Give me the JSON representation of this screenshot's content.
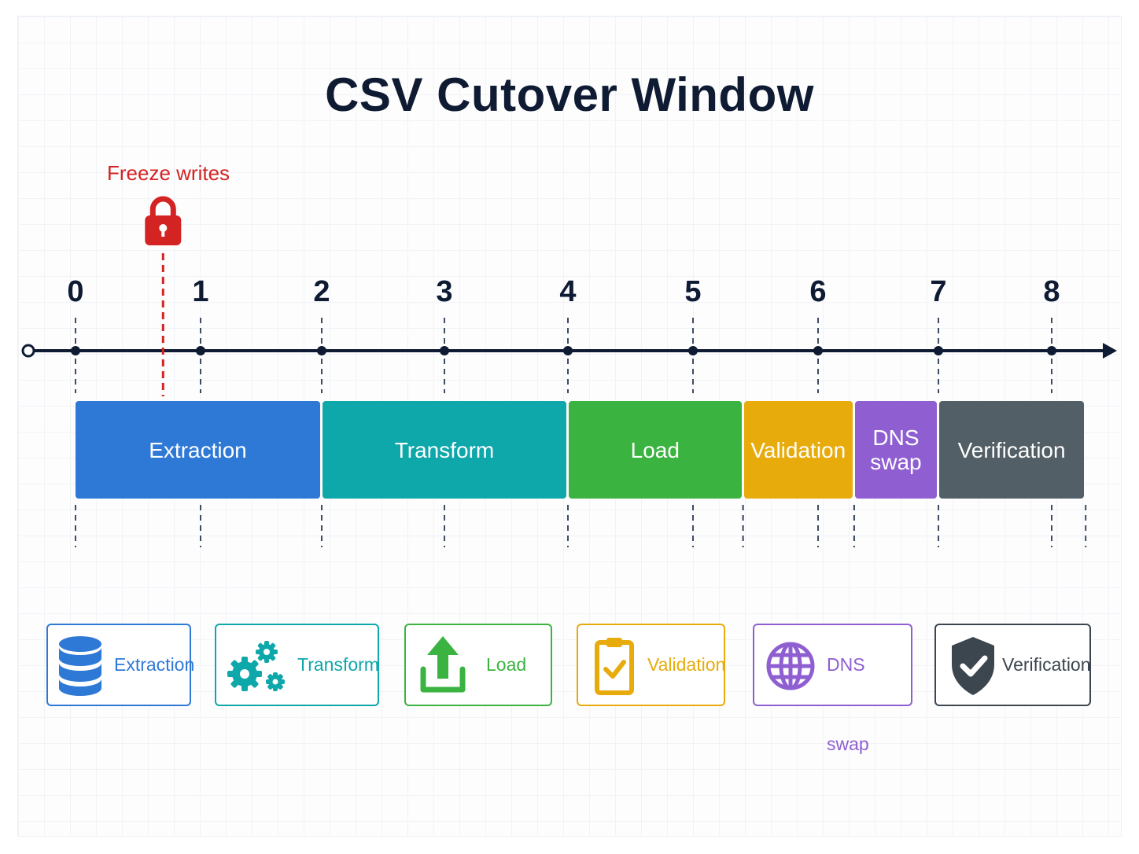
{
  "title": "CSV Cutover Window",
  "axis": {
    "ticks": [
      "0",
      "1",
      "2",
      "3",
      "4",
      "5",
      "6",
      "7",
      "8"
    ]
  },
  "marker": {
    "label": "Freeze writes",
    "icon": "lock-icon",
    "color": "#d42323",
    "position": 0.7
  },
  "phases": [
    {
      "label": "Extraction",
      "color": "#2f79d6",
      "start": 0,
      "end": 2
    },
    {
      "label": "Transform",
      "color": "#0ea7aa",
      "start": 2,
      "end": 4
    },
    {
      "label": "Load",
      "color": "#3bb341",
      "start": 4,
      "end": 5.4
    },
    {
      "label": "Validation",
      "color": "#e8ab0c",
      "start": 5.4,
      "end": 6.3
    },
    {
      "label": "DNS swap",
      "color": "#8f5fd2",
      "start": 6.3,
      "end": 7
    },
    {
      "label": "Verification",
      "color": "#535f66",
      "start": 7,
      "end": 8.3
    }
  ],
  "legend": [
    {
      "label": "Extraction",
      "icon": "database-icon",
      "color": "#2f79d6"
    },
    {
      "label": "Transform",
      "icon": "gears-icon",
      "color": "#0ea7aa"
    },
    {
      "label": "Load",
      "icon": "upload-icon",
      "color": "#3bb341"
    },
    {
      "label": "Validation",
      "icon": "clipboard-check-icon",
      "color": "#e8ab0c"
    },
    {
      "label": "DNS swap",
      "icon": "globe-icon",
      "color": "#8f5fd2"
    },
    {
      "label": "Verification",
      "icon": "shield-check-icon",
      "color": "#3c464f"
    }
  ]
}
